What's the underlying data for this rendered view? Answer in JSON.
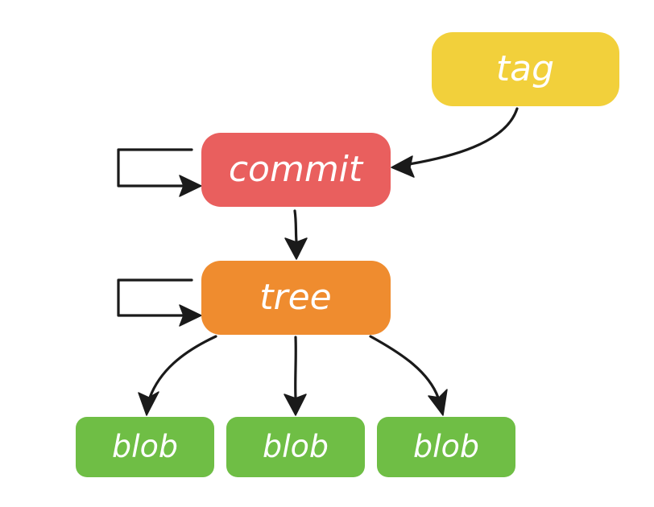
{
  "nodes": {
    "tag": {
      "label": "tag",
      "color": "#f2d03b"
    },
    "commit": {
      "label": "commit",
      "color": "#e95f5e"
    },
    "tree": {
      "label": "tree",
      "color": "#ef8c2f"
    },
    "blob1": {
      "label": "blob",
      "color": "#6fbe45"
    },
    "blob2": {
      "label": "blob",
      "color": "#6fbe45"
    },
    "blob3": {
      "label": "blob",
      "color": "#6fbe45"
    }
  },
  "edges": [
    {
      "from": "tag",
      "to": "commit"
    },
    {
      "from": "commit",
      "to": "commit"
    },
    {
      "from": "commit",
      "to": "tree"
    },
    {
      "from": "tree",
      "to": "tree"
    },
    {
      "from": "tree",
      "to": "blob1"
    },
    {
      "from": "tree",
      "to": "blob2"
    },
    {
      "from": "tree",
      "to": "blob3"
    }
  ],
  "colors": {
    "edge": "#1a1a1a",
    "label_text": "#ffffff",
    "background": "#ffffff"
  }
}
